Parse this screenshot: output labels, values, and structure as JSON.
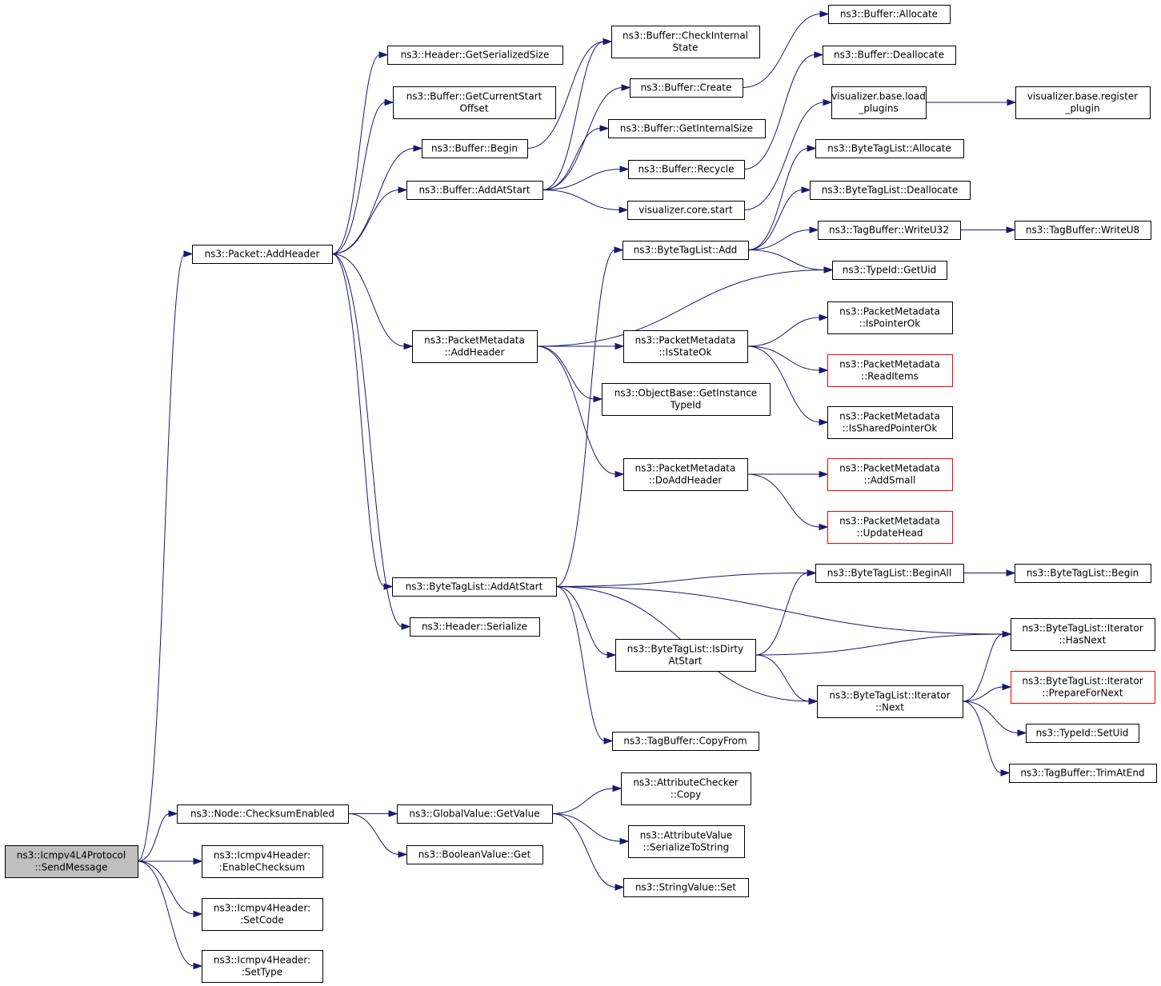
{
  "graph": {
    "colors": {
      "edge": "#191970",
      "node_border": "#000000",
      "truncated_border": "#ff0000",
      "root_fill": "#bfbfbf"
    },
    "nodes": [
      {
        "id": "send_message",
        "lines": [
          "ns3::Icmpv4L4Protocol",
          "::SendMessage"
        ],
        "root": true
      },
      {
        "id": "packet_addheader",
        "lines": [
          "ns3::Packet::AddHeader"
        ]
      },
      {
        "id": "header_getserializedsize",
        "lines": [
          "ns3::Header::GetSerializedSize"
        ]
      },
      {
        "id": "buffer_getcurrentstartoffset",
        "lines": [
          "ns3::Buffer::GetCurrentStart",
          "Offset"
        ]
      },
      {
        "id": "buffer_begin",
        "lines": [
          "ns3::Buffer::Begin"
        ]
      },
      {
        "id": "buffer_addatstart",
        "lines": [
          "ns3::Buffer::AddAtStart"
        ]
      },
      {
        "id": "buffer_checkinternalstate",
        "lines": [
          "ns3::Buffer::CheckInternal",
          "State"
        ]
      },
      {
        "id": "buffer_create",
        "lines": [
          "ns3::Buffer::Create"
        ]
      },
      {
        "id": "buffer_getinternalsize",
        "lines": [
          "ns3::Buffer::GetInternalSize"
        ]
      },
      {
        "id": "buffer_recycle",
        "lines": [
          "ns3::Buffer::Recycle"
        ]
      },
      {
        "id": "visualizer_core_start",
        "lines": [
          "visualizer.core.start"
        ]
      },
      {
        "id": "buffer_allocate",
        "lines": [
          "ns3::Buffer::Allocate"
        ]
      },
      {
        "id": "buffer_deallocate",
        "lines": [
          "ns3::Buffer::Deallocate"
        ]
      },
      {
        "id": "visualizer_base_load_plugins",
        "lines": [
          "visualizer.base.load",
          "_plugins"
        ]
      },
      {
        "id": "visualizer_base_register_plugin",
        "lines": [
          "visualizer.base.register",
          "_plugin"
        ]
      },
      {
        "id": "bytetaglist_allocate",
        "lines": [
          "ns3::ByteTagList::Allocate"
        ]
      },
      {
        "id": "bytetaglist_deallocate",
        "lines": [
          "ns3::ByteTagList::Deallocate"
        ]
      },
      {
        "id": "bytetaglist_add",
        "lines": [
          "ns3::ByteTagList::Add"
        ]
      },
      {
        "id": "tagbuffer_writeu32",
        "lines": [
          "ns3::TagBuffer::WriteU32"
        ]
      },
      {
        "id": "tagbuffer_writeu8",
        "lines": [
          "ns3::TagBuffer::WriteU8"
        ]
      },
      {
        "id": "typeid_getuid",
        "lines": [
          "ns3::TypeId::GetUid"
        ]
      },
      {
        "id": "packetmetadata_addheader",
        "lines": [
          "ns3::PacketMetadata",
          "::AddHeader"
        ]
      },
      {
        "id": "packetmetadata_isstateok",
        "lines": [
          "ns3::PacketMetadata",
          "::IsStateOk"
        ]
      },
      {
        "id": "packetmetadata_ispointerok",
        "lines": [
          "ns3::PacketMetadata",
          "::IsPointerOk"
        ]
      },
      {
        "id": "packetmetadata_readitems",
        "lines": [
          "ns3::PacketMetadata",
          "::ReadItems"
        ],
        "truncated": true
      },
      {
        "id": "packetmetadata_issharedpointerok",
        "lines": [
          "ns3::PacketMetadata",
          "::IsSharedPointerOk"
        ]
      },
      {
        "id": "objectbase_getinstancetypeid",
        "lines": [
          "ns3::ObjectBase::GetInstance",
          "TypeId"
        ]
      },
      {
        "id": "packetmetadata_doaddheader",
        "lines": [
          "ns3::PacketMetadata",
          "::DoAddHeader"
        ]
      },
      {
        "id": "packetmetadata_addsmall",
        "lines": [
          "ns3::PacketMetadata",
          "::AddSmall"
        ],
        "truncated": true
      },
      {
        "id": "packetmetadata_updatehead",
        "lines": [
          "ns3::PacketMetadata",
          "::UpdateHead"
        ],
        "truncated": true
      },
      {
        "id": "bytetaglist_addatstart",
        "lines": [
          "ns3::ByteTagList::AddAtStart"
        ]
      },
      {
        "id": "header_serialize",
        "lines": [
          "ns3::Header::Serialize"
        ]
      },
      {
        "id": "bytetaglist_beginall",
        "lines": [
          "ns3::ByteTagList::BeginAll"
        ]
      },
      {
        "id": "bytetaglist_begin",
        "lines": [
          "ns3::ByteTagList::Begin"
        ]
      },
      {
        "id": "bytetaglist_isdirtyatstart",
        "lines": [
          "ns3::ByteTagList::IsDirty",
          "AtStart"
        ]
      },
      {
        "id": "bytetaglist_iterator_hasnext",
        "lines": [
          "ns3::ByteTagList::Iterator",
          "::HasNext"
        ]
      },
      {
        "id": "bytetaglist_iterator_preparefornext",
        "lines": [
          "ns3::ByteTagList::Iterator",
          "::PrepareForNext"
        ],
        "truncated": true
      },
      {
        "id": "bytetaglist_iterator_next",
        "lines": [
          "ns3::ByteTagList::Iterator",
          "::Next"
        ]
      },
      {
        "id": "typeid_setuid",
        "lines": [
          "ns3::TypeId::SetUid"
        ]
      },
      {
        "id": "tagbuffer_trimatend",
        "lines": [
          "ns3::TagBuffer::TrimAtEnd"
        ]
      },
      {
        "id": "tagbuffer_copyfrom",
        "lines": [
          "ns3::TagBuffer::CopyFrom"
        ]
      },
      {
        "id": "node_checksumenabled",
        "lines": [
          "ns3::Node::ChecksumEnabled"
        ]
      },
      {
        "id": "globalvalue_getvalue",
        "lines": [
          "ns3::GlobalValue::GetValue"
        ]
      },
      {
        "id": "attributechecker_copy",
        "lines": [
          "ns3::AttributeChecker",
          "::Copy"
        ]
      },
      {
        "id": "attributevalue_serializetostring",
        "lines": [
          "ns3::AttributeValue",
          "::SerializeToString"
        ]
      },
      {
        "id": "stringvalue_set",
        "lines": [
          "ns3::StringValue::Set"
        ]
      },
      {
        "id": "booleanvalue_get",
        "lines": [
          "ns3::BooleanValue::Get"
        ]
      },
      {
        "id": "icmpv4header_enablechecksum",
        "lines": [
          "ns3::Icmpv4Header:",
          ":EnableChecksum"
        ]
      },
      {
        "id": "icmpv4header_setcode",
        "lines": [
          "ns3::Icmpv4Header:",
          ":SetCode"
        ]
      },
      {
        "id": "icmpv4header_settype",
        "lines": [
          "ns3::Icmpv4Header:",
          ":SetType"
        ]
      }
    ],
    "edges": [
      [
        "send_message",
        "packet_addheader"
      ],
      [
        "send_message",
        "node_checksumenabled"
      ],
      [
        "send_message",
        "icmpv4header_enablechecksum"
      ],
      [
        "send_message",
        "icmpv4header_setcode"
      ],
      [
        "send_message",
        "icmpv4header_settype"
      ],
      [
        "packet_addheader",
        "header_getserializedsize"
      ],
      [
        "packet_addheader",
        "buffer_getcurrentstartoffset"
      ],
      [
        "packet_addheader",
        "buffer_begin"
      ],
      [
        "packet_addheader",
        "buffer_addatstart"
      ],
      [
        "packet_addheader",
        "packetmetadata_addheader"
      ],
      [
        "packet_addheader",
        "bytetaglist_addatstart"
      ],
      [
        "packet_addheader",
        "header_serialize"
      ],
      [
        "buffer_begin",
        "buffer_checkinternalstate"
      ],
      [
        "buffer_addatstart",
        "buffer_checkinternalstate"
      ],
      [
        "buffer_addatstart",
        "buffer_create"
      ],
      [
        "buffer_addatstart",
        "buffer_getinternalsize"
      ],
      [
        "buffer_addatstart",
        "buffer_recycle"
      ],
      [
        "buffer_addatstart",
        "visualizer_core_start"
      ],
      [
        "buffer_create",
        "buffer_allocate"
      ],
      [
        "buffer_recycle",
        "buffer_deallocate"
      ],
      [
        "visualizer_core_start",
        "visualizer_base_load_plugins"
      ],
      [
        "visualizer_base_load_plugins",
        "visualizer_base_register_plugin"
      ],
      [
        "bytetaglist_add",
        "bytetaglist_allocate"
      ],
      [
        "bytetaglist_add",
        "bytetaglist_deallocate"
      ],
      [
        "bytetaglist_add",
        "tagbuffer_writeu32"
      ],
      [
        "bytetaglist_add",
        "typeid_getuid"
      ],
      [
        "tagbuffer_writeu32",
        "tagbuffer_writeu8"
      ],
      [
        "packetmetadata_addheader",
        "typeid_getuid"
      ],
      [
        "packetmetadata_addheader",
        "packetmetadata_isstateok"
      ],
      [
        "packetmetadata_addheader",
        "objectbase_getinstancetypeid"
      ],
      [
        "packetmetadata_addheader",
        "packetmetadata_doaddheader"
      ],
      [
        "packetmetadata_isstateok",
        "packetmetadata_ispointerok"
      ],
      [
        "packetmetadata_isstateok",
        "packetmetadata_readitems"
      ],
      [
        "packetmetadata_isstateok",
        "packetmetadata_issharedpointerok"
      ],
      [
        "packetmetadata_doaddheader",
        "packetmetadata_addsmall"
      ],
      [
        "packetmetadata_doaddheader",
        "packetmetadata_updatehead"
      ],
      [
        "bytetaglist_addatstart",
        "bytetaglist_add"
      ],
      [
        "bytetaglist_addatstart",
        "bytetaglist_beginall"
      ],
      [
        "bytetaglist_addatstart",
        "bytetaglist_iterator_hasnext"
      ],
      [
        "bytetaglist_addatstart",
        "bytetaglist_isdirtyatstart"
      ],
      [
        "bytetaglist_addatstart",
        "bytetaglist_iterator_next"
      ],
      [
        "bytetaglist_addatstart",
        "tagbuffer_copyfrom"
      ],
      [
        "bytetaglist_beginall",
        "bytetaglist_begin"
      ],
      [
        "bytetaglist_isdirtyatstart",
        "bytetaglist_beginall"
      ],
      [
        "bytetaglist_isdirtyatstart",
        "bytetaglist_iterator_hasnext"
      ],
      [
        "bytetaglist_isdirtyatstart",
        "bytetaglist_iterator_next"
      ],
      [
        "bytetaglist_iterator_next",
        "bytetaglist_iterator_hasnext"
      ],
      [
        "bytetaglist_iterator_next",
        "bytetaglist_iterator_preparefornext"
      ],
      [
        "bytetaglist_iterator_next",
        "typeid_setuid"
      ],
      [
        "bytetaglist_iterator_next",
        "tagbuffer_trimatend"
      ],
      [
        "node_checksumenabled",
        "globalvalue_getvalue"
      ],
      [
        "node_checksumenabled",
        "booleanvalue_get"
      ],
      [
        "globalvalue_getvalue",
        "attributechecker_copy"
      ],
      [
        "globalvalue_getvalue",
        "attributevalue_serializetostring"
      ],
      [
        "globalvalue_getvalue",
        "stringvalue_set"
      ]
    ]
  }
}
